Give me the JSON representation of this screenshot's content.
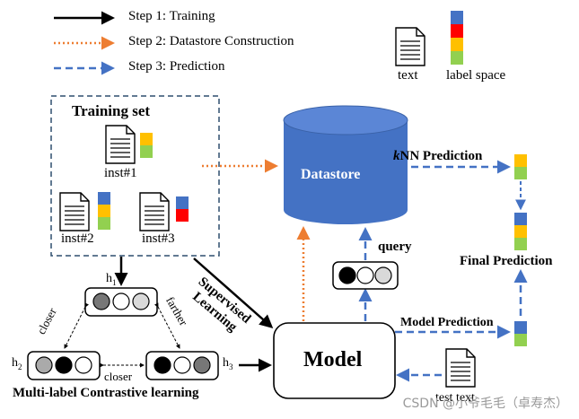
{
  "legend": {
    "step1": "Step 1: Training",
    "step2": "Step 2: Datastore Construction",
    "step3": "Step 3: Prediction",
    "text_label": "text",
    "label_space": "label space"
  },
  "training": {
    "title": "Training set",
    "inst1": "inst#1",
    "inst2": "inst#2",
    "inst3": "inst#3"
  },
  "datastore": "Datastore",
  "knn_k": "k",
  "knn_rest": "NN Prediction",
  "final_prediction": "Final Prediction",
  "query": "query",
  "model": "Model",
  "model_prediction": "Model Prediction",
  "test_text": "test text",
  "supervised_line1": "Supervised",
  "supervised_line2": "Learning",
  "contrastive": {
    "h1": "h",
    "h1_sub": "1",
    "h2": "h",
    "h2_sub": "2",
    "h3": "h",
    "h3_sub": "3",
    "closer_a": "closer",
    "closer_b": "closer",
    "farther": "farther",
    "title": "Multi-label Contrastive learning"
  },
  "watermark": "CSDN @小爷毛毛（卓寿杰）",
  "colors": {
    "blue": "#4472C4",
    "orange": "#ED7D31",
    "red": "#FF0000",
    "yellow": "#FFC000",
    "green": "#92D050",
    "dash_blue": "#4472C4"
  }
}
